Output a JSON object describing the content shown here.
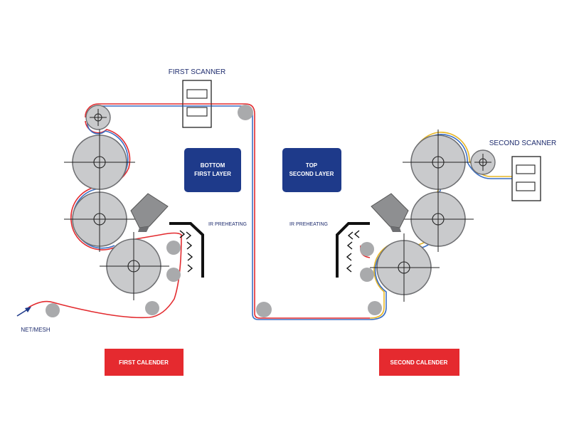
{
  "labels": {
    "first_scanner": "FIRST SCANNER",
    "second_scanner": "SECOND SCANNER",
    "bottom_layer": [
      "BOTTOM",
      "FIRST LAYER"
    ],
    "top_layer": [
      "TOP",
      "SECOND LAYER"
    ],
    "ir_preheating_left": "IR PREHEATING",
    "ir_preheating_right": "IR PREHEATING",
    "net_mesh": "NET/MESH",
    "first_calender": "FIRST CALENDER",
    "second_calender": "SECOND CALENDER"
  },
  "colors": {
    "navy": "#1e3a8a",
    "red": "#e52a2f",
    "roller_fill": "#c9cacc",
    "roller_stroke": "#6e6f72",
    "guide_roller": "#a9aaac",
    "line_red": "#e32b2f",
    "line_blue": "#3b6fc4",
    "line_yellow": "#e6b525"
  }
}
